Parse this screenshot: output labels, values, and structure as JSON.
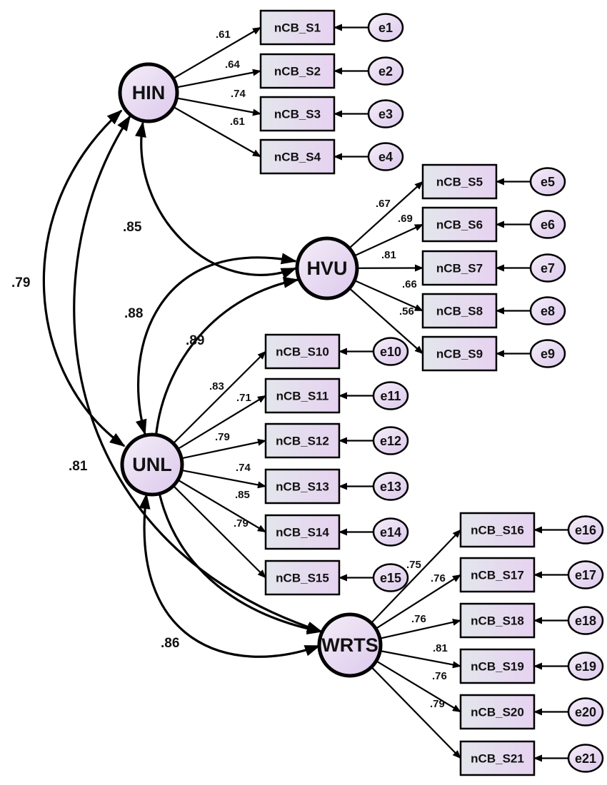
{
  "latents": [
    {
      "id": "HIN",
      "label": "HIN"
    },
    {
      "id": "HVU",
      "label": "HVU"
    },
    {
      "id": "UNL",
      "label": "UNL"
    },
    {
      "id": "WRTS",
      "label": "WRTS"
    }
  ],
  "indicators": [
    {
      "id": "S1",
      "label": "nCB_S1",
      "error": "e1",
      "factor": "HIN",
      "loading": ".61"
    },
    {
      "id": "S2",
      "label": "nCB_S2",
      "error": "e2",
      "factor": "HIN",
      "loading": ".64"
    },
    {
      "id": "S3",
      "label": "nCB_S3",
      "error": "e3",
      "factor": "HIN",
      "loading": ".74"
    },
    {
      "id": "S4",
      "label": "nCB_S4",
      "error": "e4",
      "factor": "HIN",
      "loading": ".61"
    },
    {
      "id": "S5",
      "label": "nCB_S5",
      "error": "e5",
      "factor": "HVU",
      "loading": ".67"
    },
    {
      "id": "S6",
      "label": "nCB_S6",
      "error": "e6",
      "factor": "HVU",
      "loading": ".69"
    },
    {
      "id": "S7",
      "label": "nCB_S7",
      "error": "e7",
      "factor": "HVU",
      "loading": ".81"
    },
    {
      "id": "S8",
      "label": "nCB_S8",
      "error": "e8",
      "factor": "HVU",
      "loading": ".66"
    },
    {
      "id": "S9",
      "label": "nCB_S9",
      "error": "e9",
      "factor": "HVU",
      "loading": ".56"
    },
    {
      "id": "S10",
      "label": "nCB_S10",
      "error": "e10",
      "factor": "UNL",
      "loading": ".83"
    },
    {
      "id": "S11",
      "label": "nCB_S11",
      "error": "e11",
      "factor": "UNL",
      "loading": ".71"
    },
    {
      "id": "S12",
      "label": "nCB_S12",
      "error": "e12",
      "factor": "UNL",
      "loading": ".79"
    },
    {
      "id": "S13",
      "label": "nCB_S13",
      "error": "e13",
      "factor": "UNL",
      "loading": ".74"
    },
    {
      "id": "S14",
      "label": "nCB_S14",
      "error": "e14",
      "factor": "UNL",
      "loading": ".85"
    },
    {
      "id": "S15",
      "label": "nCB_S15",
      "error": "e15",
      "factor": "UNL",
      "loading": ".79"
    },
    {
      "id": "S16",
      "label": "nCB_S16",
      "error": "e16",
      "factor": "WRTS",
      "loading": ".75"
    },
    {
      "id": "S17",
      "label": "nCB_S17",
      "error": "e17",
      "factor": "WRTS",
      "loading": ".76"
    },
    {
      "id": "S18",
      "label": "nCB_S18",
      "error": "e18",
      "factor": "WRTS",
      "loading": ".76"
    },
    {
      "id": "S19",
      "label": "nCB_S19",
      "error": "e19",
      "factor": "WRTS",
      "loading": ".81"
    },
    {
      "id": "S20",
      "label": "nCB_S20",
      "error": "e20",
      "factor": "WRTS",
      "loading": ".76"
    },
    {
      "id": "S21",
      "label": "nCB_S21",
      "error": "e21",
      "factor": "WRTS",
      "loading": ".79"
    }
  ],
  "correlations": [
    {
      "from": "HIN",
      "to": "HVU",
      "value": ".85"
    },
    {
      "from": "HIN",
      "to": "UNL",
      "value": ".79"
    },
    {
      "from": "HIN",
      "to": "WRTS",
      "value": ".81"
    },
    {
      "from": "HVU",
      "to": "UNL",
      "value": ".88"
    },
    {
      "from": "HVU",
      "to": "WRTS",
      "value": ".89"
    },
    {
      "from": "UNL",
      "to": "WRTS",
      "value": ".86"
    }
  ],
  "colors": {
    "stroke": "#000000",
    "latent_fill_top": "#f4eef8",
    "latent_fill_bottom": "#dcc8ec",
    "box_fill_left": "#e3e6ec",
    "box_fill_right": "#e6d2f0"
  }
}
